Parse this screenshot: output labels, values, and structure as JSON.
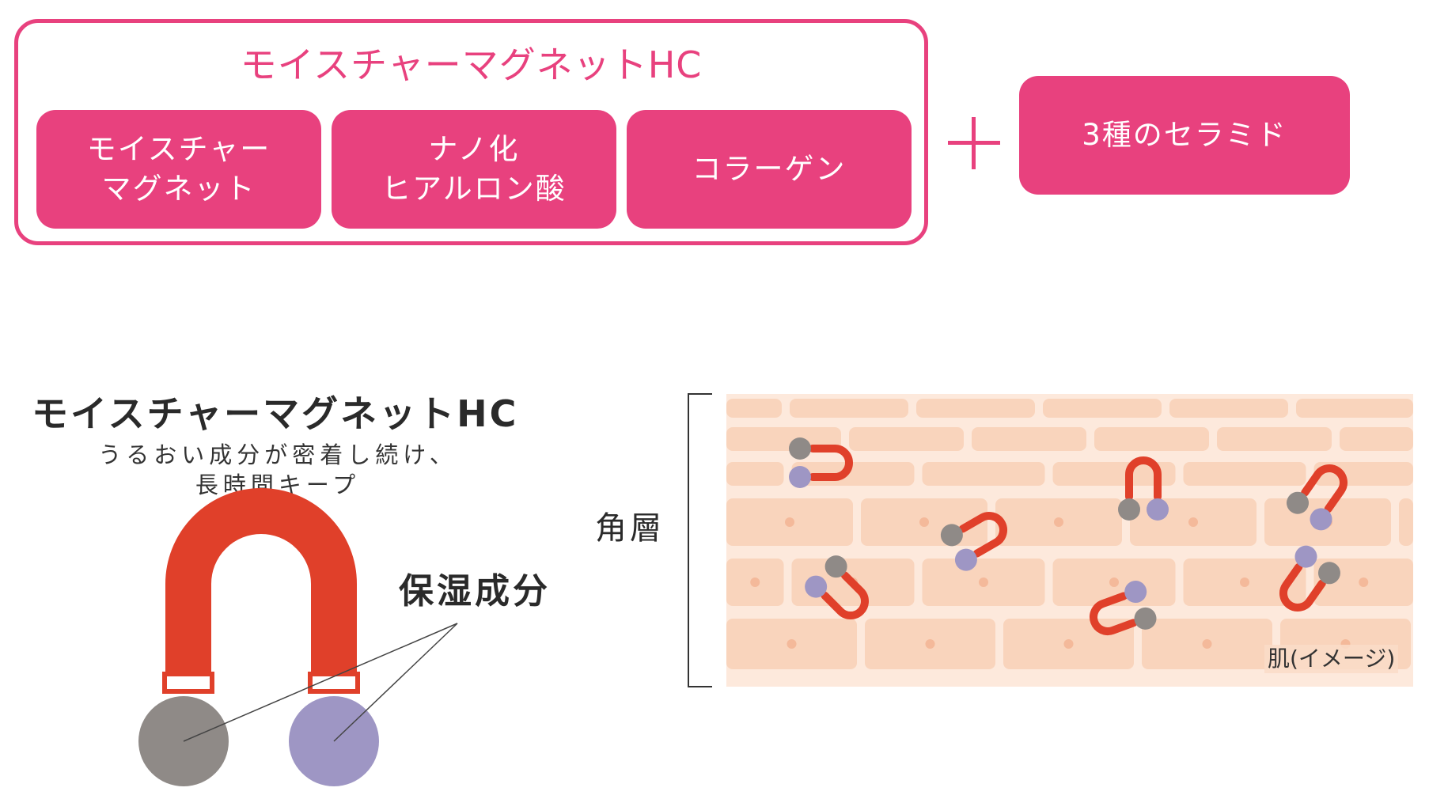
{
  "composition": {
    "group_title": "モイスチャーマグネットHC",
    "components": [
      {
        "lines": [
          "モイスチャー",
          "マグネット"
        ]
      },
      {
        "lines": [
          "ナノ化",
          "ヒアルロン酸"
        ]
      },
      {
        "lines": [
          "コラーゲン"
        ]
      }
    ],
    "plus_icon": "plus-sign",
    "addition": "3種のセラミド"
  },
  "detail": {
    "title": "モイスチャーマグネットHC",
    "subtitle_lines": [
      "うるおい成分が密着し続け、",
      "長時間キープ"
    ],
    "ingredient_label": "保湿成分",
    "stratum_label": "角層",
    "skin_caption": "肌(イメージ)"
  },
  "colors": {
    "accent_pink": "#e8417e",
    "magnet_red": "#e0402a",
    "ball_gray": "#8f8a87",
    "ball_purple": "#9e96c4",
    "skin_bg": "#fde9dc",
    "skin_cell": "#f9d4bc"
  }
}
